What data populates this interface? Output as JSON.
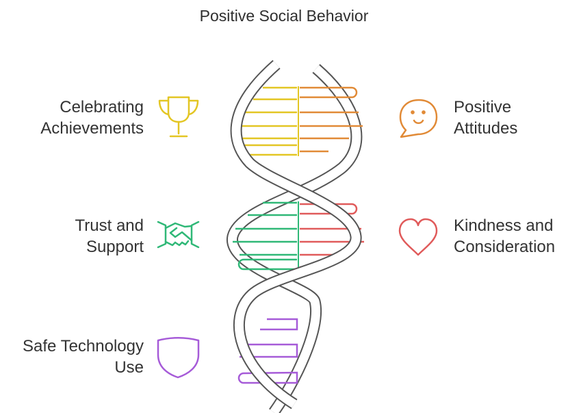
{
  "title": "Positive Social Behavior",
  "items": [
    {
      "id": "celebrating-achievements",
      "lines": [
        "Celebrating",
        "Achievements"
      ],
      "icon": "trophy-icon",
      "color": "#e3c623"
    },
    {
      "id": "positive-attitudes",
      "lines": [
        "Positive",
        "Attitudes"
      ],
      "icon": "smile-speech-bubble-icon",
      "color": "#e18a36"
    },
    {
      "id": "trust-and-support",
      "lines": [
        "Trust and",
        "Support"
      ],
      "icon": "handshake-icon",
      "color": "#2fb877"
    },
    {
      "id": "kindness-and-consideration",
      "lines": [
        "Kindness and",
        "Consideration"
      ],
      "icon": "heart-icon",
      "color": "#e05a5a"
    },
    {
      "id": "safe-technology-use",
      "lines": [
        "Safe Technology",
        "Use"
      ],
      "icon": "shield-icon",
      "color": "#a65bd8"
    }
  ],
  "colors": {
    "strand_fill": "#ffffff",
    "strand_stroke": "#555555"
  }
}
